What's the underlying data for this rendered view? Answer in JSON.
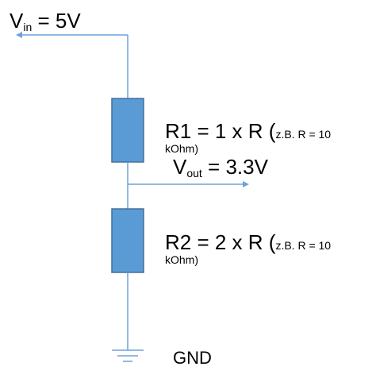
{
  "colors": {
    "wire": "#6FA0D8",
    "resistor_fill": "#5B9BD5",
    "resistor_stroke": "#41719C",
    "text": "#000000",
    "background": "#FFFFFF"
  },
  "vin": {
    "symbol": "V",
    "sub": "in",
    "value": " = 5V"
  },
  "vout": {
    "symbol": "V",
    "sub": "out",
    "value": " = 3.3V"
  },
  "r1": {
    "main": "R1 = 1 x R (",
    "example": "z.B. R = 10",
    "unit": "kOhm)"
  },
  "r2": {
    "main": "R2 = 2 x R (",
    "example": "z.B. R = 10",
    "unit": "kOhm)"
  },
  "gnd": {
    "label": "GND"
  }
}
